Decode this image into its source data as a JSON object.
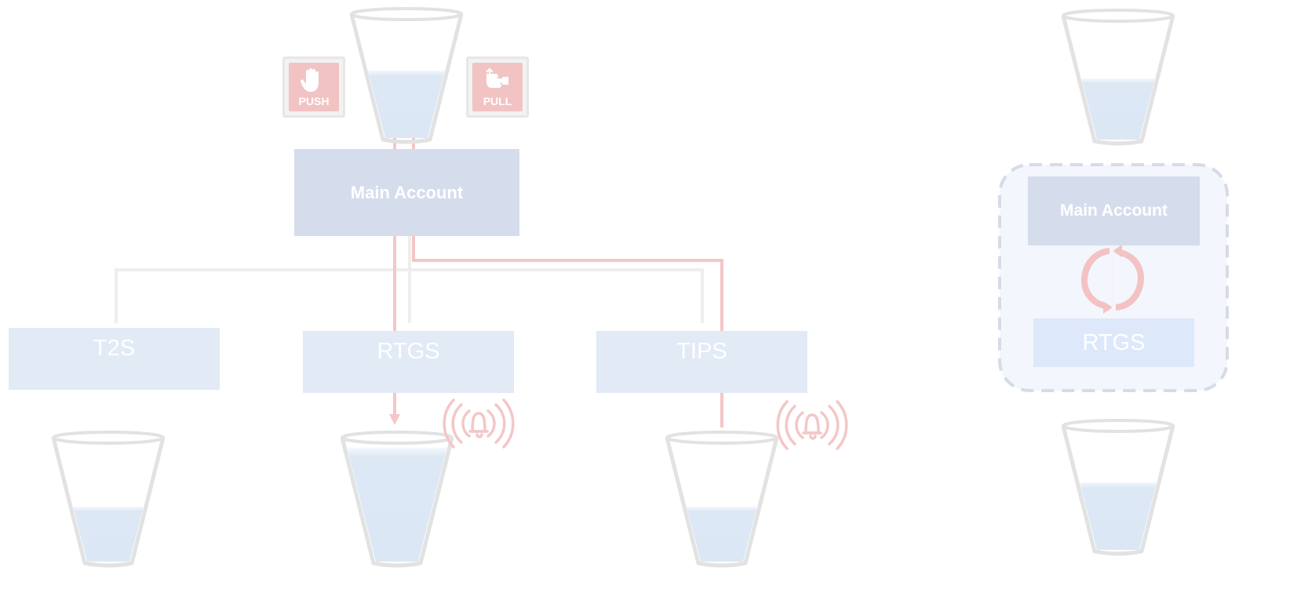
{
  "main_diagram": {
    "main_account_label": "Main Account",
    "push_label": "PUSH",
    "pull_label": "PULL",
    "systems": [
      {
        "id": "t2s",
        "label": "T2S"
      },
      {
        "id": "rtgs",
        "label": "RTGS"
      },
      {
        "id": "tips",
        "label": "TIPS"
      }
    ],
    "glass_levels": {
      "main_account": 0.55,
      "t2s": 0.45,
      "rtgs": 0.92,
      "tips": 0.45
    }
  },
  "right_diagram": {
    "main_account_label": "Main Account",
    "rtgs_label": "RTGS",
    "glass_levels": {
      "top": 0.5,
      "bottom": 0.55
    }
  },
  "colors": {
    "flow_line": "#f6c6c6",
    "connector_line": "#eeeeee",
    "main_account_fill": "#d5dded",
    "system_fill": "#e2eaf6",
    "water": "#dde8f5",
    "glass_outline": "#e2e2e2"
  },
  "icons": [
    "push-hand-icon",
    "pull-hand-icon",
    "alarm-bell-icon",
    "cycle-arrows-icon",
    "glass-icon"
  ]
}
